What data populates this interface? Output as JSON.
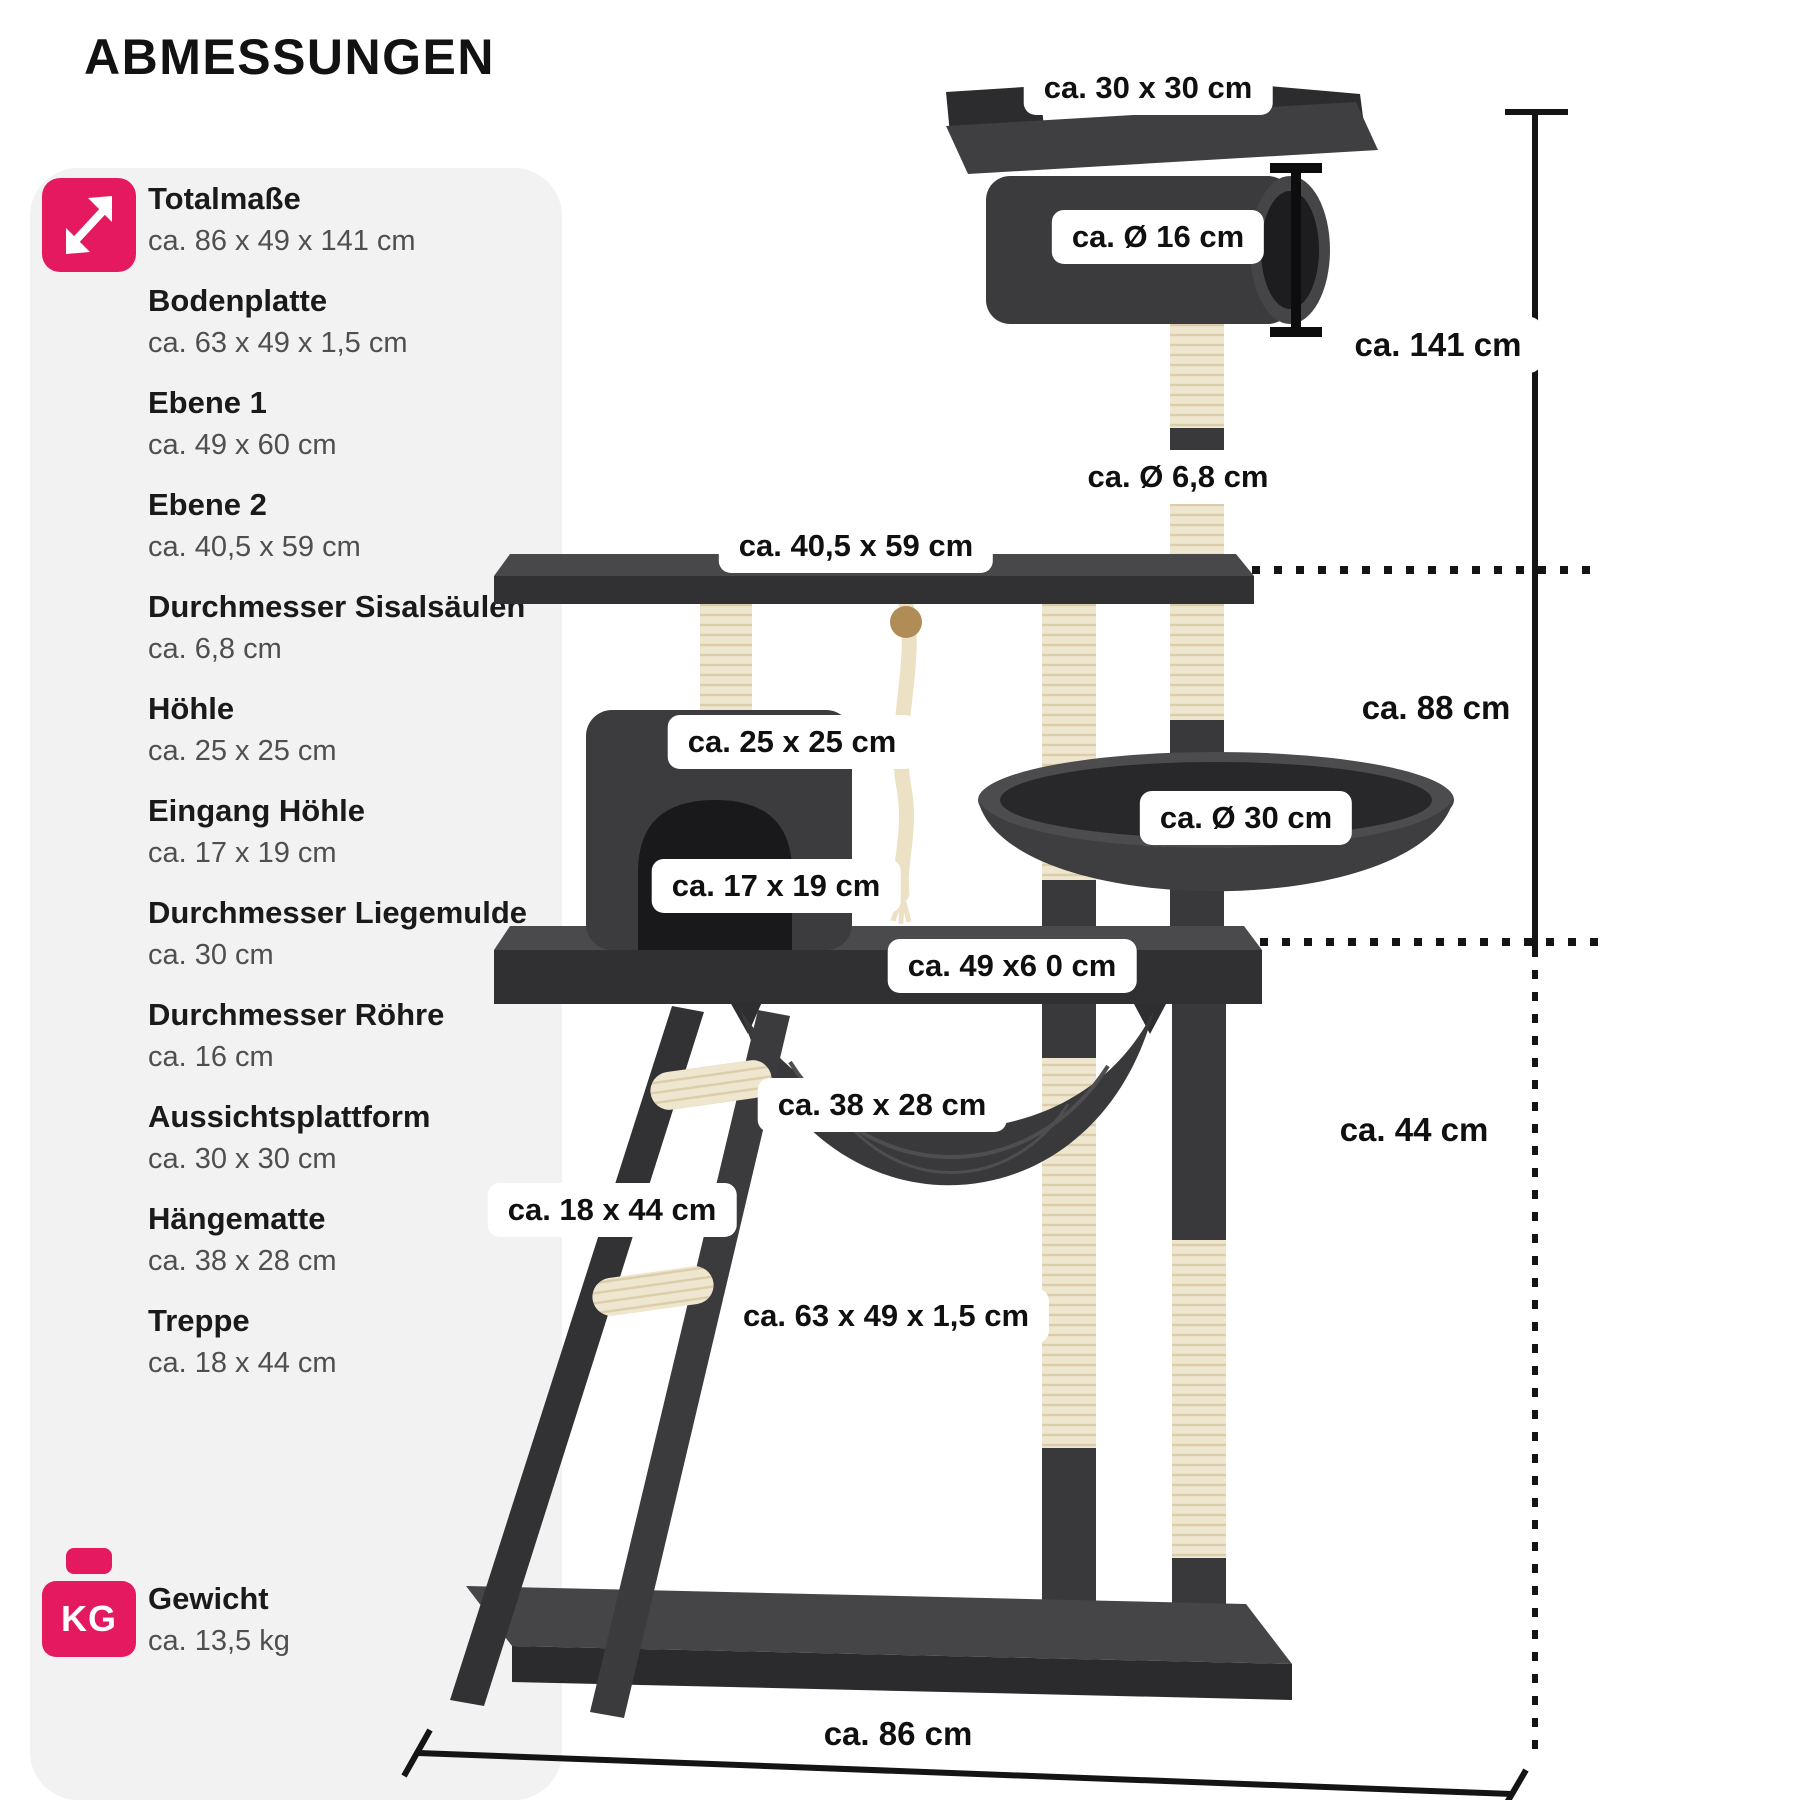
{
  "title": "ABMESSUNGEN",
  "specs": [
    {
      "label": "Totalmaße",
      "value": "ca. 86 x 49 x 141 cm"
    },
    {
      "label": "Bodenplatte",
      "value": "ca. 63 x 49 x 1,5 cm"
    },
    {
      "label": "Ebene 1",
      "value": "ca. 49 x 60 cm"
    },
    {
      "label": "Ebene 2",
      "value": "ca. 40,5 x 59 cm"
    },
    {
      "label": "Durchmesser Sisalsäulen",
      "value": "ca. 6,8 cm"
    },
    {
      "label": "Höhle",
      "value": "ca. 25 x 25 cm"
    },
    {
      "label": "Eingang Höhle",
      "value": "ca. 17 x 19 cm"
    },
    {
      "label": "Durchmesser Liegemulde",
      "value": "ca. 30 cm"
    },
    {
      "label": "Durchmesser Röhre",
      "value": "ca. 16 cm"
    },
    {
      "label": "Aussichtsplattform",
      "value": "ca. 30 x 30 cm"
    },
    {
      "label": "Hängematte",
      "value": "ca. 38 x 28 cm"
    },
    {
      "label": "Treppe",
      "value": "ca. 18 x 44 cm"
    },
    {
      "label": "Gewicht",
      "value": "ca. 13,5 kg"
    }
  ],
  "icons": {
    "dimensions": "diagonal-arrows-icon",
    "weight": "weight-kg-icon",
    "weight_text": "KG"
  },
  "diagram": {
    "top_platform": "ca. 30 x 30 cm",
    "tube_diameter": "ca. Ø 16 cm",
    "total_height": "ca. 141 cm",
    "pole_diameter": "ca. Ø 6,8 cm",
    "level2": "ca. 40,5 x 59 cm",
    "height_upper": "ca. 88 cm",
    "cave": "ca. 25 x 25 cm",
    "bowl_diameter": "ca. Ø 30 cm",
    "cave_entrance": "ca. 17 x 19 cm",
    "level1": "ca. 49 x6 0 cm",
    "hammock": "ca. 38 x 28 cm",
    "height_lower": "ca. 44 cm",
    "stairs": "ca. 18 x 44 cm",
    "base_plate": "ca. 63 x 49 x 1,5 cm",
    "total_width": "ca. 86 cm"
  },
  "colors": {
    "accent_pink": "#e5195f",
    "plush_dark": "#3b3b3d",
    "sisal": "#efe6cf",
    "panel_bg": "#f2f2f2"
  }
}
